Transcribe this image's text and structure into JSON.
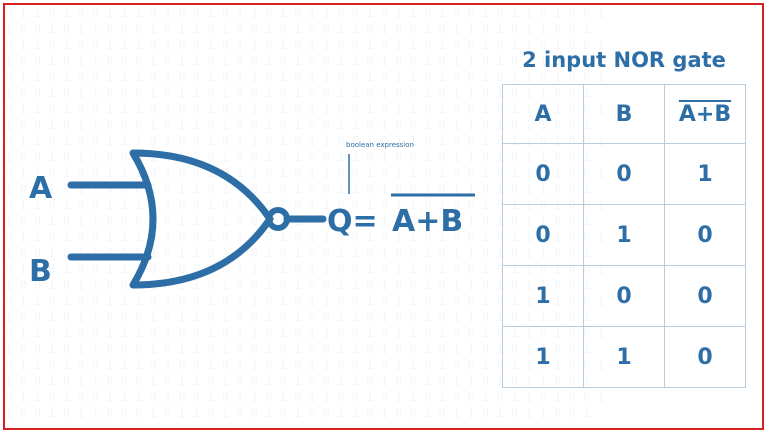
{
  "diagram": {
    "input_a": "A",
    "input_b": "B",
    "output_q": "Q=",
    "expression": "A+B",
    "annotation": "boolean expression"
  },
  "truth_table": {
    "title": "2 input NOR gate",
    "headers": [
      "A",
      "B",
      "A+B"
    ],
    "rows": [
      [
        "0",
        "0",
        "1"
      ],
      [
        "0",
        "1",
        "0"
      ],
      [
        "1",
        "0",
        "0"
      ],
      [
        "1",
        "1",
        "0"
      ]
    ]
  },
  "colors": {
    "gate": "#2d6ea6",
    "border": "#d42020",
    "grid": "#b8cde0"
  }
}
